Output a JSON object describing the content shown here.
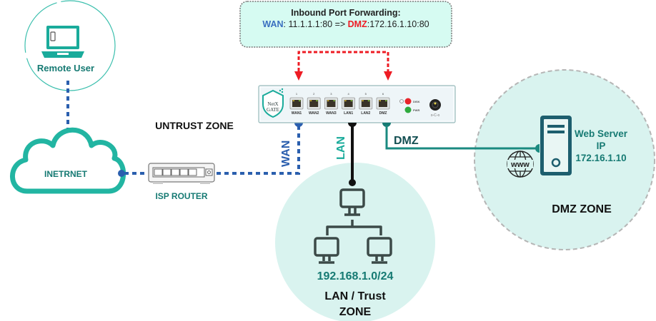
{
  "colors": {
    "teal": "#1aab9b",
    "teal_dark": "#167a73",
    "wan_blue": "#2b5fae",
    "arrow_red": "#ee1c24",
    "zone_fill": "#d9f3ef",
    "callout_fill": "#d6fbf2",
    "icon_dark": "#3c4a48",
    "server_dark": "#1d5e6e",
    "text_dark": "#111111"
  },
  "callout": {
    "title": "Inbound Port Forwarding:",
    "wan_label": "WAN",
    "wan_value": ": 11.1.1.1:80 => ",
    "dmz_label": "DMZ",
    "dmz_value": ":172.16.1.10:80"
  },
  "remote_user": {
    "label": "Remote User",
    "icon": "laptop-icon"
  },
  "internet": {
    "label": "INETRNET",
    "icon": "cloud-icon"
  },
  "isp_router": {
    "label": "ISP ROUTER",
    "icon": "router-icon"
  },
  "untrust_zone": {
    "label": "UNTRUST  ZONE"
  },
  "firewall": {
    "logo_line1": "NetX",
    "logo_line2": "GATE",
    "ports": [
      {
        "number": "1",
        "label": "WAN1"
      },
      {
        "number": "2",
        "label": "WAN2"
      },
      {
        "number": "3",
        "label": "WAN3"
      },
      {
        "number": "4",
        "label": "LAN1"
      },
      {
        "number": "5",
        "label": "LAN2"
      },
      {
        "number": "6",
        "label": "DMZ"
      }
    ],
    "leds": [
      {
        "label": "DISK",
        "color": "#e8242a"
      },
      {
        "label": "PWR",
        "color": "#2eaa3e"
      }
    ],
    "power_symbol": "o-C-o"
  },
  "links": {
    "wan": "WAN",
    "lan": "LAN",
    "dmz": "DMZ"
  },
  "dmz_zone": {
    "server_label_line1": "Web Server",
    "server_label_line2": "IP",
    "server_label_line3": "172.16.1.10",
    "www_text": "www",
    "zone_label": "DMZ  ZONE"
  },
  "lan_zone": {
    "subnet": "192.168.1.0/24",
    "zone_label_line1": "LAN / Trust",
    "zone_label_line2": "ZONE"
  }
}
